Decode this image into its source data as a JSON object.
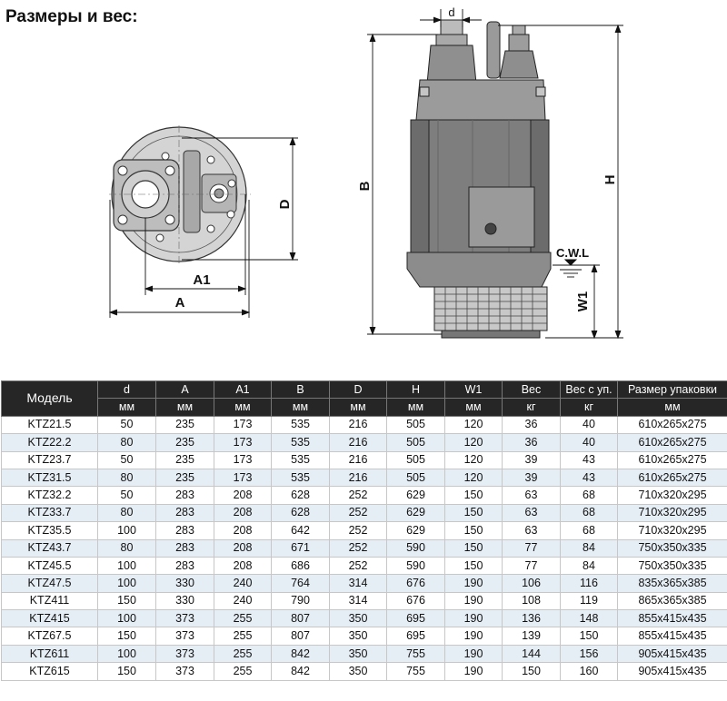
{
  "title": "Размеры и вес:",
  "drawing": {
    "labels": {
      "d": "d",
      "D": "D",
      "A1": "A1",
      "A": "A",
      "B": "B",
      "H": "H",
      "W1": "W1",
      "cwl": "C.W.L"
    }
  },
  "table": {
    "headers": {
      "model": "Модель",
      "d": "d",
      "A": "A",
      "A1": "A1",
      "B": "B",
      "D": "D",
      "H": "H",
      "W1": "W1",
      "weight": "Вес",
      "weight_pack": "Вес с уп.",
      "pack_size": "Размер упаковки"
    },
    "units": {
      "d": "мм",
      "A": "мм",
      "A1": "мм",
      "B": "мм",
      "D": "мм",
      "H": "мм",
      "W1": "мм",
      "weight": "кг",
      "weight_pack": "кг",
      "pack_size": "мм"
    },
    "rows": [
      [
        "KTZ21.5",
        "50",
        "235",
        "173",
        "535",
        "216",
        "505",
        "120",
        "36",
        "40",
        "610x265x275"
      ],
      [
        "KTZ22.2",
        "80",
        "235",
        "173",
        "535",
        "216",
        "505",
        "120",
        "36",
        "40",
        "610x265x275"
      ],
      [
        "KTZ23.7",
        "50",
        "235",
        "173",
        "535",
        "216",
        "505",
        "120",
        "39",
        "43",
        "610x265x275"
      ],
      [
        "KTZ31.5",
        "80",
        "235",
        "173",
        "535",
        "216",
        "505",
        "120",
        "39",
        "43",
        "610x265x275"
      ],
      [
        "KTZ32.2",
        "50",
        "283",
        "208",
        "628",
        "252",
        "629",
        "150",
        "63",
        "68",
        "710x320x295"
      ],
      [
        "KTZ33.7",
        "80",
        "283",
        "208",
        "628",
        "252",
        "629",
        "150",
        "63",
        "68",
        "710x320x295"
      ],
      [
        "KTZ35.5",
        "100",
        "283",
        "208",
        "642",
        "252",
        "629",
        "150",
        "63",
        "68",
        "710x320x295"
      ],
      [
        "KTZ43.7",
        "80",
        "283",
        "208",
        "671",
        "252",
        "590",
        "150",
        "77",
        "84",
        "750x350x335"
      ],
      [
        "KTZ45.5",
        "100",
        "283",
        "208",
        "686",
        "252",
        "590",
        "150",
        "77",
        "84",
        "750x350x335"
      ],
      [
        "KTZ47.5",
        "100",
        "330",
        "240",
        "764",
        "314",
        "676",
        "190",
        "106",
        "116",
        "835x365x385"
      ],
      [
        "KTZ411",
        "150",
        "330",
        "240",
        "790",
        "314",
        "676",
        "190",
        "108",
        "119",
        "865x365x385"
      ],
      [
        "KTZ415",
        "100",
        "373",
        "255",
        "807",
        "350",
        "695",
        "190",
        "136",
        "148",
        "855x415x435"
      ],
      [
        "KTZ67.5",
        "150",
        "373",
        "255",
        "807",
        "350",
        "695",
        "190",
        "139",
        "150",
        "855x415x435"
      ],
      [
        "KTZ611",
        "100",
        "373",
        "255",
        "842",
        "350",
        "755",
        "190",
        "144",
        "156",
        "905x415x435"
      ],
      [
        "KTZ615",
        "150",
        "373",
        "255",
        "842",
        "350",
        "755",
        "190",
        "150",
        "160",
        "905x415x435"
      ]
    ]
  }
}
